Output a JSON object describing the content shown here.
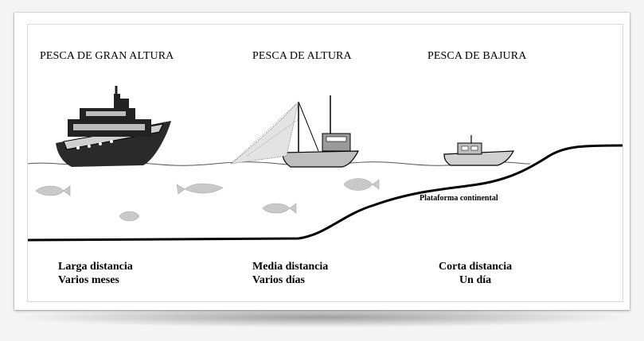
{
  "headings": {
    "gran_altura": "PESCA DE GRAN ALTURA",
    "altura": "PESCA DE ALTURA",
    "bajura": "PESCA DE BAJURA"
  },
  "captions": {
    "gran_altura": {
      "line1": "Larga distancia",
      "line2": "Varios meses"
    },
    "altura": {
      "line1": "Media distancia",
      "line2": "Varios días"
    },
    "bajura": {
      "line1": "Corta distancia",
      "line2": "Un día"
    }
  },
  "annotation": "Plataforma continental"
}
